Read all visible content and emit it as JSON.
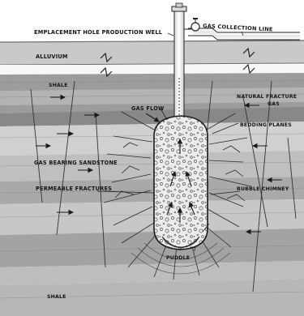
{
  "labels": {
    "emplacement_well": "EMPLACEMENT HOLE PRODUCTION WELL",
    "gas_collection_line": "GAS COLLECTION LINE",
    "alluvium": "ALLUVIUM",
    "shale_top": "SHALE",
    "natural_fractures_1": "NATURAL FRACTURE",
    "natural_fractures_2": "GAS",
    "gas_flow": "GAS FLOW",
    "bedding_planes": "BEDDING PLANES",
    "gas_bearing_sandstone": "GAS BEARING SANDSTONE",
    "permeable_fractures": "PERMEABLE FRACTURES",
    "rubble_chimney": "RUBBLE CHIMNEY",
    "puddle": "PUDDLE",
    "shale_bottom": "SHALE"
  },
  "icons": [
    "valve-icon",
    "break-symbol-icon",
    "flow-arrow-icon"
  ]
}
